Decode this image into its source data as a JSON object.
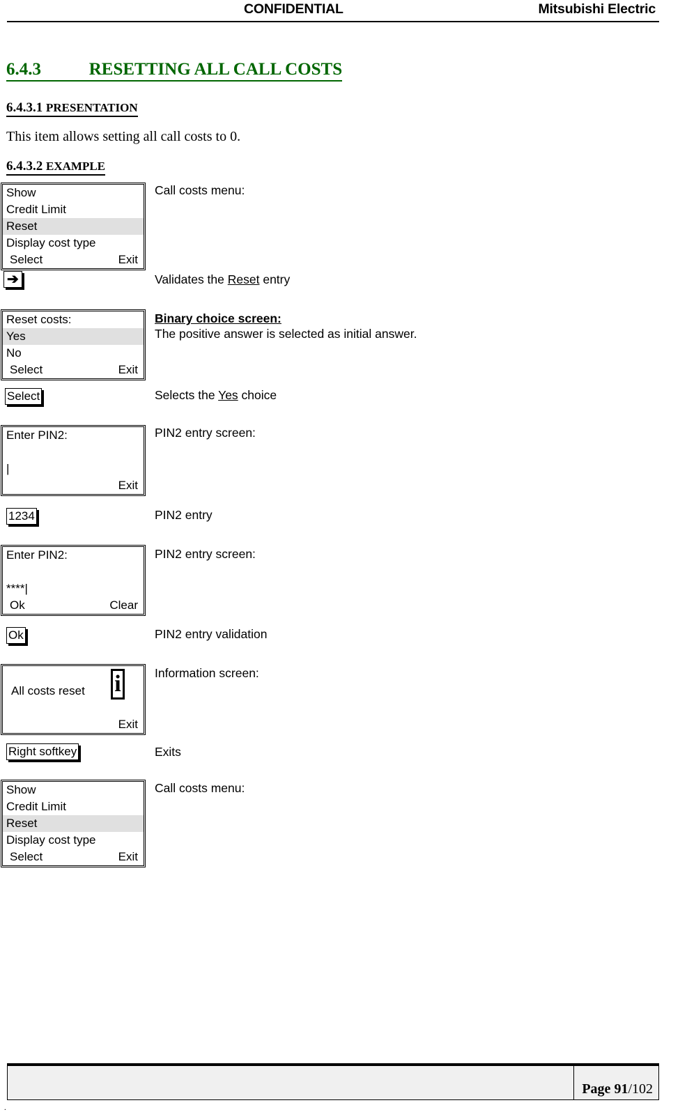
{
  "header": {
    "confidential": "CONFIDENTIAL",
    "company": "Mitsubishi Electric"
  },
  "headings": {
    "section_number": "6.4.3",
    "section_title": "RESETTING ALL CALL COSTS",
    "sub1_number": "6.4.3.1",
    "sub1_title": "PRESENTATION",
    "sub2_number": "6.4.3.2",
    "sub2_title": "EXAMPLE"
  },
  "body": {
    "presentation_text": "This item allows setting all call costs to 0."
  },
  "steps": [
    {
      "screen": {
        "type": "menu",
        "lines": [
          {
            "text": "Show",
            "highlighted": false
          },
          {
            "text": "Credit Limit",
            "highlighted": false
          },
          {
            "text": "Reset",
            "highlighted": true
          },
          {
            "text": "Display cost type",
            "highlighted": false
          }
        ],
        "softkey_left": "Select",
        "softkey_right": "Exit"
      },
      "caption": "Call costs menu:"
    },
    {
      "key": {
        "label": "➔",
        "icon": "right-arrow-key"
      },
      "caption_prefix": "Validates the ",
      "caption_underlined": "Reset",
      "caption_suffix": " entry"
    },
    {
      "screen": {
        "type": "binary-choice",
        "lines": [
          {
            "text": "Reset costs:",
            "highlighted": false
          },
          {
            "text": "Yes",
            "highlighted": true
          },
          {
            "text": "No",
            "highlighted": false
          }
        ],
        "softkey_left": "Select",
        "softkey_right": "Exit"
      },
      "caption_bold": "Binary choice screen:",
      "caption_body": "The positive answer is selected as initial answer."
    },
    {
      "key": {
        "label": "Select",
        "icon": "select-key"
      },
      "caption_prefix": "Selects the ",
      "caption_underlined": "Yes",
      "caption_suffix": " choice"
    },
    {
      "screen": {
        "type": "pin-entry",
        "title": "Enter PIN2:",
        "input_value": "|",
        "softkey_left": "",
        "softkey_right": "Exit"
      },
      "caption": "PIN2 entry screen:"
    },
    {
      "key": {
        "label": "1234",
        "icon": "digits-key"
      },
      "caption": "PIN2 entry"
    },
    {
      "screen": {
        "type": "pin-entry",
        "title": "Enter PIN2:",
        "input_value": "****|",
        "softkey_left": "Ok",
        "softkey_right": "Clear"
      },
      "caption": "PIN2 entry screen:"
    },
    {
      "key": {
        "label": "Ok",
        "icon": "ok-key"
      },
      "caption": "PIN2 entry validation"
    },
    {
      "screen": {
        "type": "information",
        "message": "All costs reset",
        "icon": "info-icon",
        "icon_glyph": "i",
        "softkey_right": "Exit"
      },
      "caption": "Information screen:"
    },
    {
      "key": {
        "label": "Right softkey",
        "icon": "right-softkey"
      },
      "caption": "Exits"
    },
    {
      "screen": {
        "type": "menu",
        "lines": [
          {
            "text": "Show",
            "highlighted": false
          },
          {
            "text": "Credit Limit",
            "highlighted": false
          },
          {
            "text": "Reset",
            "highlighted": true
          },
          {
            "text": "Display cost type",
            "highlighted": false
          }
        ],
        "softkey_left": "Select",
        "softkey_right": "Exit"
      },
      "caption": "Call costs menu:"
    }
  ],
  "footer": {
    "page_bold": "Page 91",
    "page_rest": "/102"
  },
  "colors": {
    "heading_green": "#006600",
    "highlight_gray": "#e0e0e0",
    "footer_gray": "#f0f0f0"
  }
}
